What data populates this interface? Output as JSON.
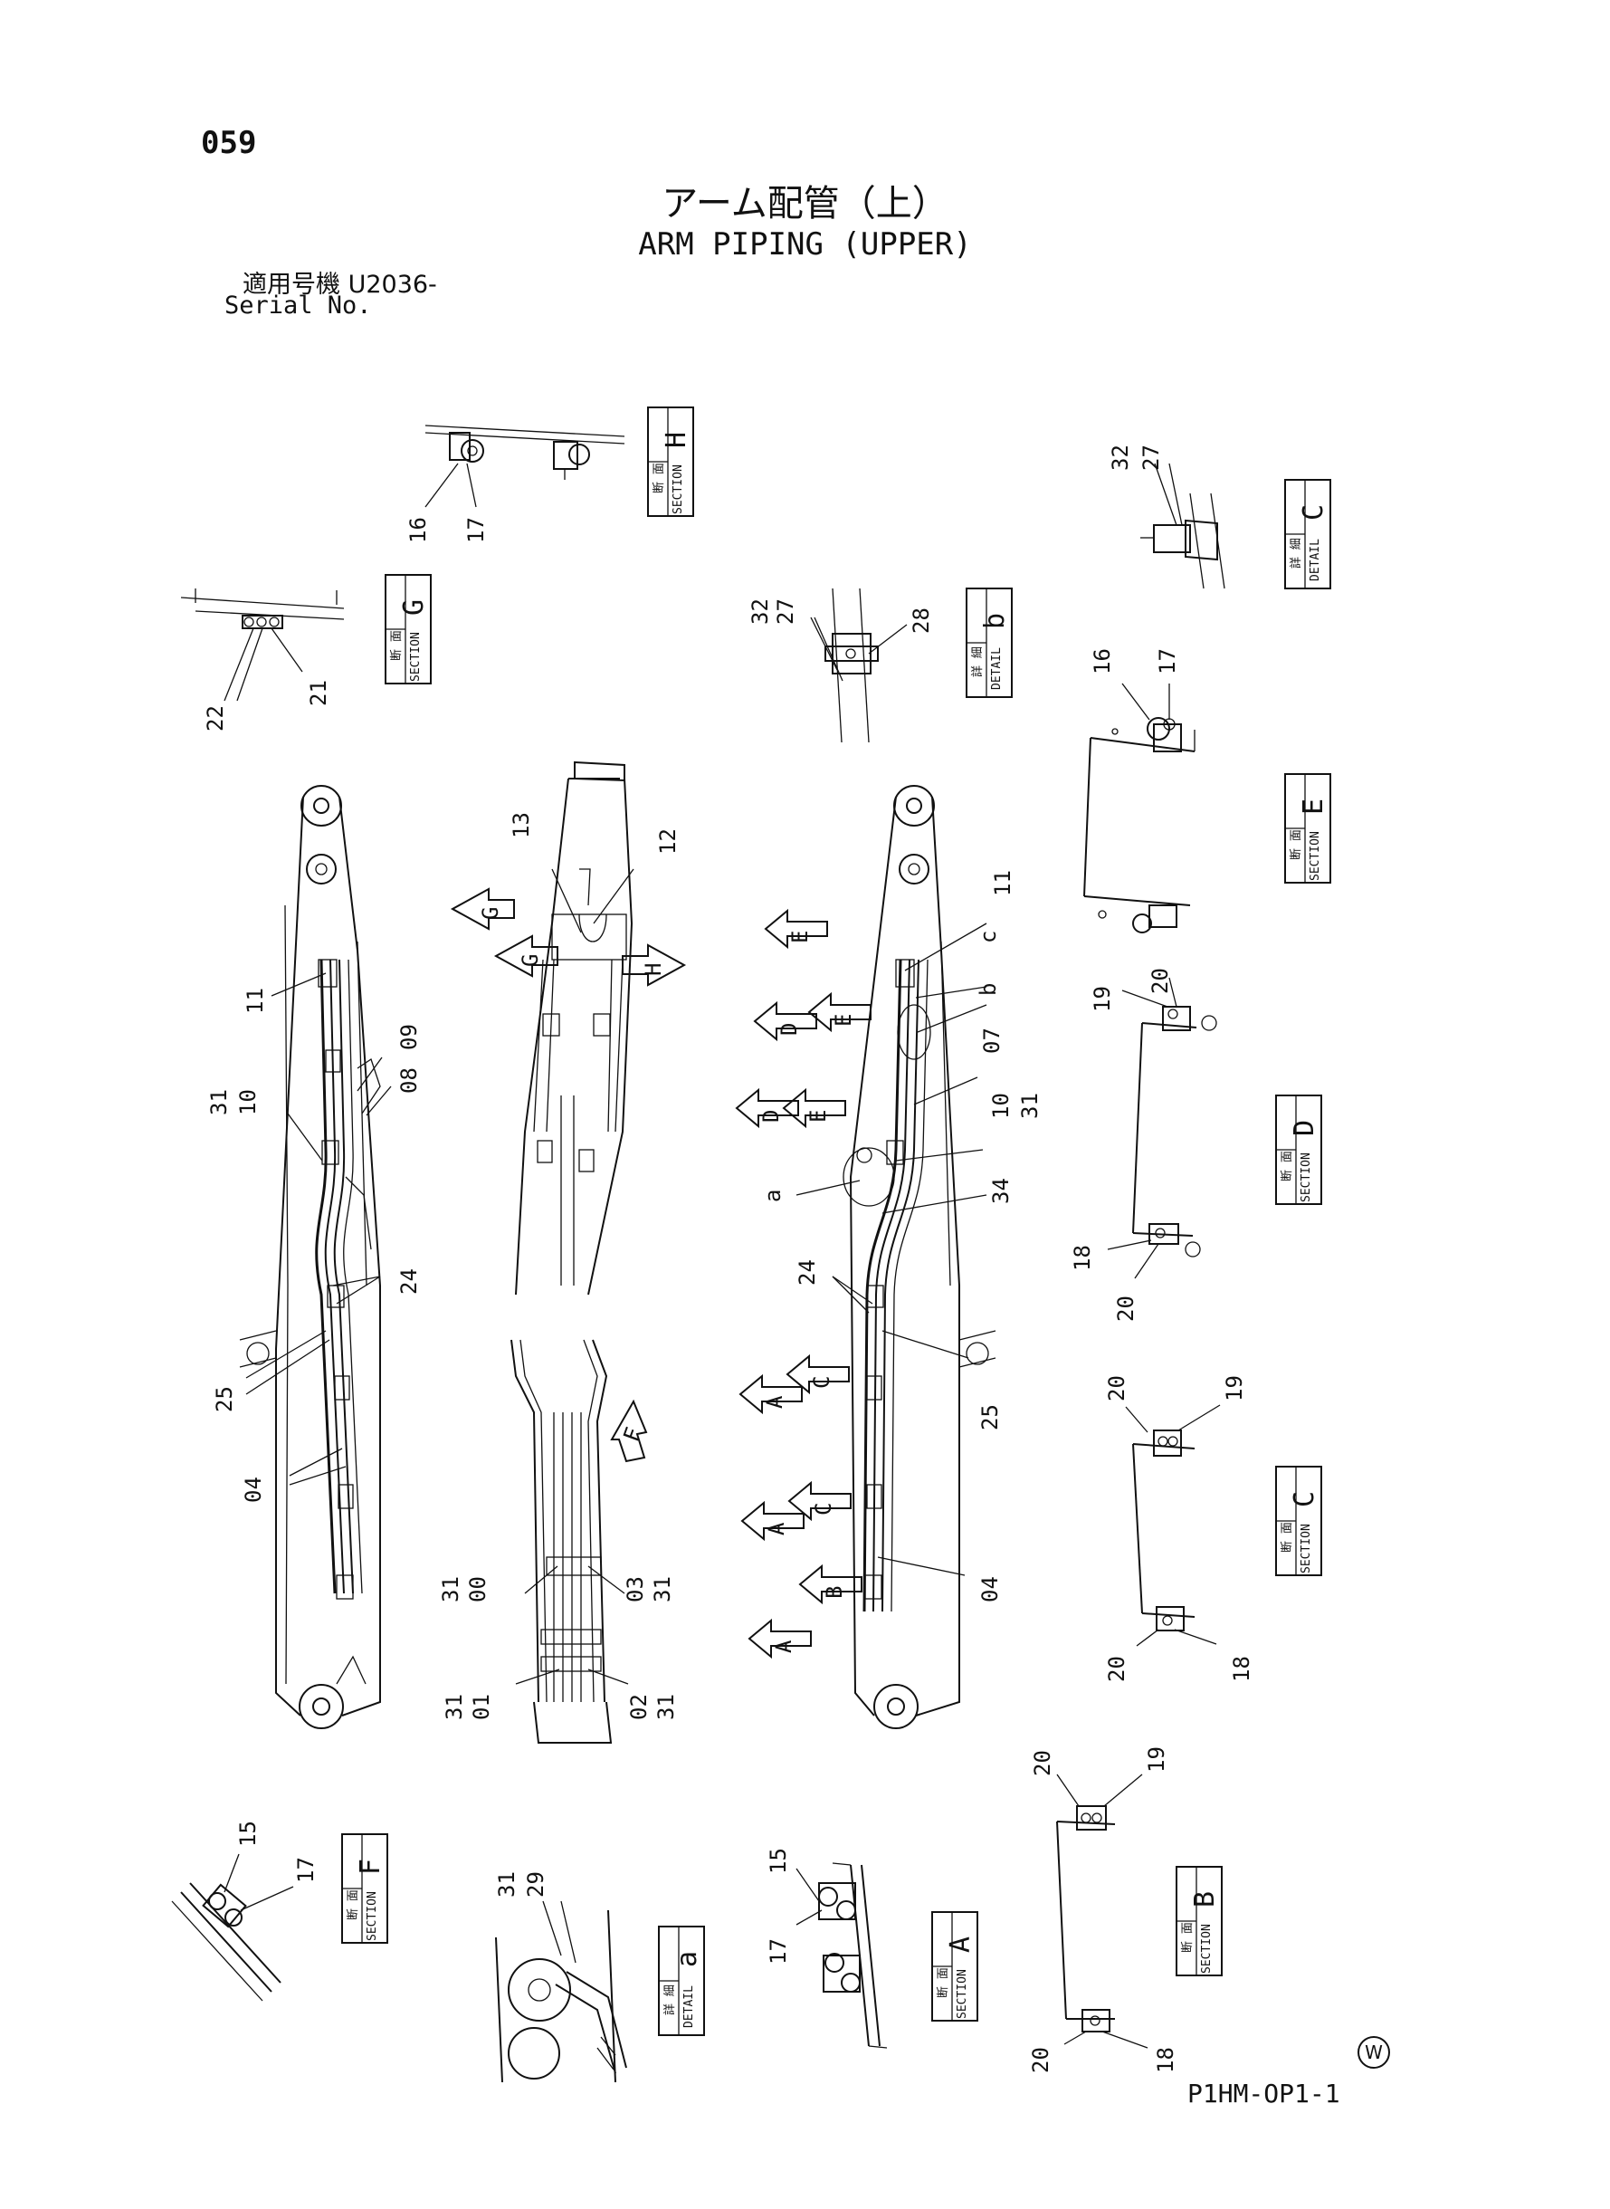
{
  "header": {
    "page_number": "059",
    "title_jp": "アーム配管（上）",
    "title_en": "ARM PIPING (UPPER)",
    "serial_jp": "適用号機  U2036-",
    "serial_en": "Serial No."
  },
  "footer": {
    "drawing_code": "P1HM-OP1-1",
    "mark": "W"
  },
  "views": {
    "section_h": {
      "kanji": "断 面",
      "type": "SECTION",
      "letter": "H",
      "parts": [
        "16",
        "17"
      ]
    },
    "section_g": {
      "kanji": "断 面",
      "type": "SECTION",
      "letter": "G",
      "parts": [
        "22",
        "21"
      ]
    },
    "detail_b": {
      "kanji": "詳 細",
      "type": "DETAIL",
      "letter": "b",
      "parts": [
        "32",
        "27",
        "28"
      ]
    },
    "detail_c": {
      "kanji": "詳 細",
      "type": "DETAIL",
      "letter": "C",
      "parts": [
        "32",
        "27"
      ]
    },
    "section_e": {
      "kanji": "断 面",
      "type": "SECTION",
      "letter": "E",
      "parts": [
        "16",
        "17"
      ]
    },
    "section_d": {
      "kanji": "断 面",
      "type": "SECTION",
      "letter": "D",
      "parts": [
        "19",
        "20",
        "18",
        "20"
      ]
    },
    "section_c": {
      "kanji": "断 面",
      "type": "SECTION",
      "letter": "C",
      "parts": [
        "20",
        "19",
        "20",
        "18"
      ]
    },
    "section_b": {
      "kanji": "断 面",
      "type": "SECTION",
      "letter": "B",
      "parts": [
        "20",
        "19",
        "20",
        "18"
      ]
    },
    "section_a": {
      "kanji": "断 面",
      "type": "SECTION",
      "letter": "A",
      "parts": [
        "15",
        "17"
      ]
    },
    "detail_a": {
      "kanji": "詳 細",
      "type": "DETAIL",
      "letter": "a",
      "parts": [
        "31",
        "29"
      ]
    },
    "section_f": {
      "kanji": "断 面",
      "type": "SECTION",
      "letter": "F",
      "parts": [
        "15",
        "17"
      ]
    }
  },
  "left_arm": {
    "parts": [
      "11",
      "09",
      "08",
      "31",
      "10",
      "24",
      "25",
      "04"
    ]
  },
  "center_arm": {
    "parts": [
      "13",
      "12",
      "31",
      "00",
      "03",
      "31",
      "31",
      "01",
      "02",
      "31"
    ],
    "arrows": [
      "G",
      "G",
      "H",
      "F"
    ]
  },
  "right_arm": {
    "parts": [
      "11",
      "c",
      "b",
      "07",
      "10",
      "31",
      "a",
      "34",
      "24",
      "25",
      "04"
    ],
    "arrows": [
      "E",
      "D",
      "E",
      "D",
      "E",
      "A",
      "C",
      "A",
      "C",
      "B",
      "A"
    ]
  }
}
